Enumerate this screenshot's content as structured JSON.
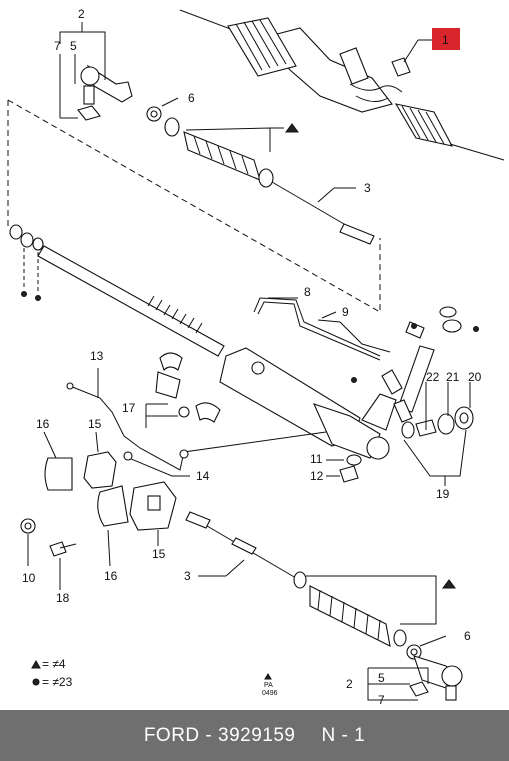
{
  "diagram": {
    "callouts": {
      "c1": "1",
      "c2_top": "2",
      "c5_top": "5",
      "c7_top": "7",
      "c6_top": "6",
      "c3_top": "3",
      "c8": "8",
      "c9": "9",
      "c13": "13",
      "c17": "17",
      "c16_a": "16",
      "c15_a": "15",
      "c14": "14",
      "c11": "11",
      "c12": "12",
      "c22": "22",
      "c21": "21",
      "c20": "20",
      "c19": "19",
      "c10": "10",
      "c18": "18",
      "c16_b": "16",
      "c15_b": "15",
      "c3_bottom": "3",
      "c6_bottom": "6",
      "c2_bottom": "2",
      "c5_bottom": "5",
      "c7_bottom": "7"
    },
    "legend": {
      "triangle_text": "= ≠4",
      "dot_text": "= ≠23"
    },
    "stamp": {
      "line1": "PA",
      "line2": "0496"
    },
    "highlight_color": "#d9262c"
  },
  "footer": {
    "brand": "FORD",
    "separator": "-",
    "part_number": "3929159",
    "page_ref": "N - 1"
  }
}
